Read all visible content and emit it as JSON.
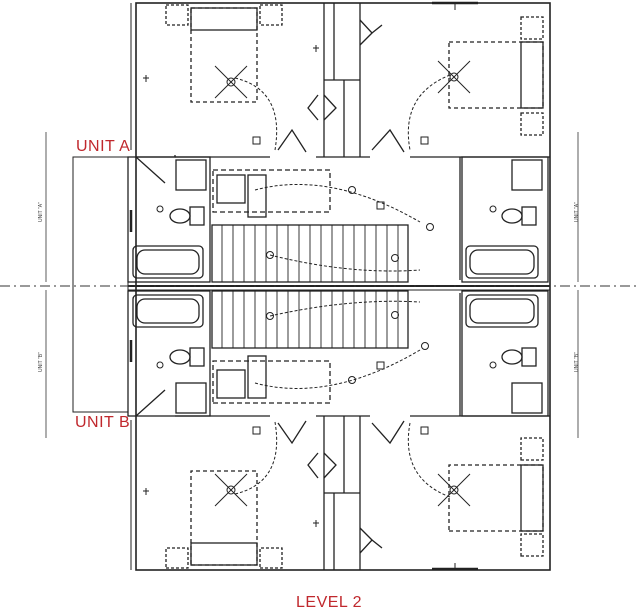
{
  "labels": {
    "unit_a": "UNIT A",
    "unit_b": "UNIT B",
    "level": "LEVEL 2",
    "dim_a_left": "UNIT \"A\"",
    "dim_b_left": "UNIT \"B\"",
    "dim_a_right": "UNIT \"A\"",
    "dim_b_right": "UNIT \"B\""
  },
  "colors": {
    "ink": "#222222",
    "label": "#c0282d",
    "dash": "#333333"
  },
  "symbols": [
    "ceiling-fan-icon",
    "light-fixture-icon",
    "switch-icon",
    "smoke-detector-icon",
    "outlet-icon"
  ]
}
